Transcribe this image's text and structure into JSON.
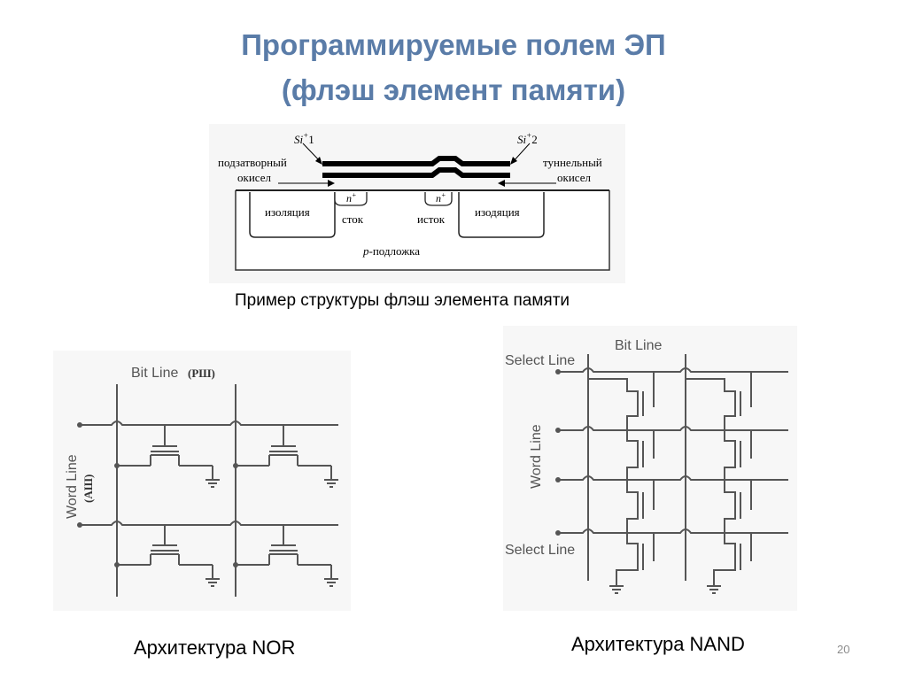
{
  "slide": {
    "title_line1": "Программируемые полем ЭП",
    "title_line2": "(флэш элемент памяти)",
    "page_number": "20"
  },
  "flash_structure": {
    "si1": "Si",
    "si1_sup": "+",
    "si1_idx": "1",
    "si2": "Si",
    "si2_sup": "+",
    "si2_idx": "2",
    "gate_oxide_l1": "подзатворный",
    "gate_oxide_l2": "окисел",
    "tunnel_oxide_l1": "туннельный",
    "tunnel_oxide_l2": "окисел",
    "isolation_left": "изоляция",
    "isolation_right": "изодяция",
    "n_left": "n",
    "n_left_sup": "+",
    "n_right": "n",
    "n_right_sup": "+",
    "drain": "сток",
    "source": "исток",
    "substrate_p": "p",
    "substrate_rest": "-подложка",
    "caption": "Пример структуры флэш элемента памяти"
  },
  "nor": {
    "bit_line": "Bit Line",
    "bit_line_ru": "(РШ)",
    "word_line": "Word Line",
    "word_line_ru": "(АШ)",
    "caption": "Архитектура NOR"
  },
  "nand": {
    "bit_line": "Bit Line",
    "select_top": "Select Line",
    "word_line": "Word Line",
    "select_bottom": "Select Line",
    "caption": "Архитектура NAND"
  },
  "colors": {
    "title": "#5a7ca8",
    "ink": "#555555"
  }
}
